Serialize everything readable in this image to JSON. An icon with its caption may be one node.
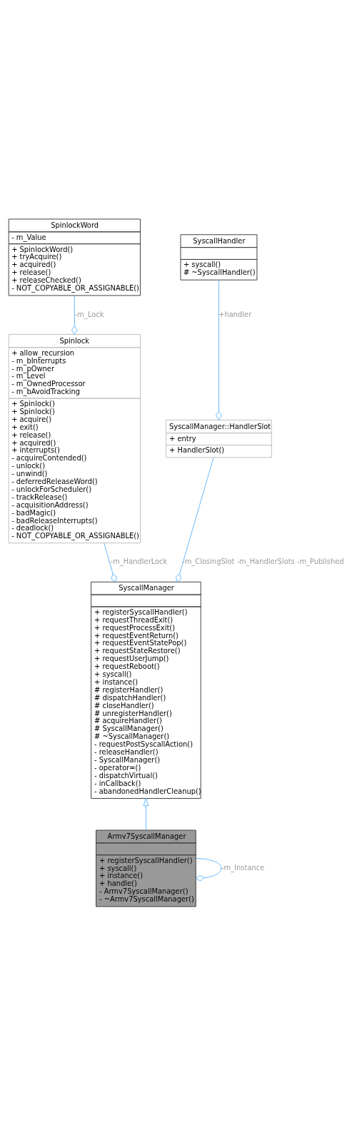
{
  "diagram": {
    "nodes": [
      {
        "text": [
          "SpinlockWord",
          "- m_Value",
          "+ SpinlockWord()",
          "+ tryAcquire()",
          "+ acquired()",
          "+ release()",
          "+ releaseChecked()",
          "- NOT_COPYABLE_OR_ASSIGNABLE()"
        ]
      },
      {
        "text": [
          "SyscallHandler",
          "+ syscall()",
          "# ~SyscallHandler()"
        ]
      },
      {
        "text": [
          "Spinlock",
          "+ allow_recursion",
          "- m_bInterrupts",
          "- m_pOwner",
          "- m_Level",
          "- m_OwnedProcessor",
          "- m_bAvoidTracking",
          "+ Spinlock()",
          "+ Spinlock()",
          "+ acquire()",
          "+ exit()",
          "+ release()",
          "+ acquired()",
          "+ interrupts()",
          "- acquireContended()",
          "- unlock()",
          "- unwind()",
          "- deferredReleaseWord()",
          "- unlockForScheduler()",
          "- trackRelease()",
          "- acquisitionAddress()",
          "- badMagic()",
          "- badReleaseInterrupts()",
          "- deadlock()",
          "- NOT_COPYABLE_OR_ASSIGNABLE()"
        ]
      },
      {
        "text": [
          "SyscallManager::HandlerSlot",
          "+ entry",
          "+ HandlerSlot()"
        ]
      },
      {
        "text": [
          "SyscallManager",
          "+ registerSyscallHandler()",
          "+ requestThreadExit()",
          "+ requestProcessExit()",
          "+ requestEventReturn()",
          "+ requestEventStatePop()",
          "+ requestStateRestore()",
          "+ requestUserJump()",
          "+ requestReboot()",
          "+ syscall()",
          "+ instance()",
          "# registerHandler()",
          "# dispatchHandler()",
          "# closeHandler()",
          "# unregisterHandler()",
          "# acquireHandler()",
          "# SyscallManager()",
          "# ~SyscallManager()",
          "- requestPostSyscallAction()",
          "- releaseHandler()",
          "- SyscallManager()",
          "- operator=()",
          "- dispatchVirtual()",
          "- inCallback()",
          "- abandonedHandlerCleanup()"
        ]
      },
      {
        "text": [
          "Armv7SyscallManager",
          "+ registerSyscallHandler()",
          "+ syscall()",
          "+ instance()",
          "+ handle()",
          "- Armv7SyscallManager()",
          "- ~Armv7SyscallManager()"
        ]
      }
    ],
    "edges": [
      {
        "from": 0,
        "to": 2,
        "arrow": "other",
        "label": "-m_Lock"
      },
      {
        "from": 1,
        "to": 3,
        "arrow": "other",
        "label": "+handler"
      },
      {
        "from": 2,
        "to": 4,
        "arrow": "other",
        "label": "-m_HandlerLock"
      },
      {
        "from": 3,
        "to": 4,
        "arrow": "other",
        "label": "-m_ClosingSlot -m_HandlerSlots -m_Published"
      },
      {
        "from": 5,
        "to": 4,
        "arrow": "to"
      },
      {
        "from": 5,
        "to": 5,
        "arrow": "other",
        "label": "-m_Instance"
      }
    ]
  }
}
